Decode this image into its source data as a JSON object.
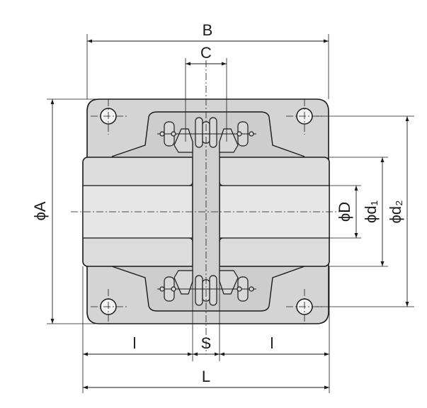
{
  "dimensions": {
    "B": "B",
    "C": "C",
    "phiA": "ϕA",
    "phiD": "ϕD",
    "phid1": "ϕd₁",
    "phid2": "ϕd₂",
    "l_left": "l",
    "S": "S",
    "l_right": "l",
    "L": "L"
  },
  "colors": {
    "line": "#1a1a1a",
    "body_fill": "#d4d4d4",
    "hub_fill": "#e3e3e3",
    "background": "#ffffff"
  }
}
